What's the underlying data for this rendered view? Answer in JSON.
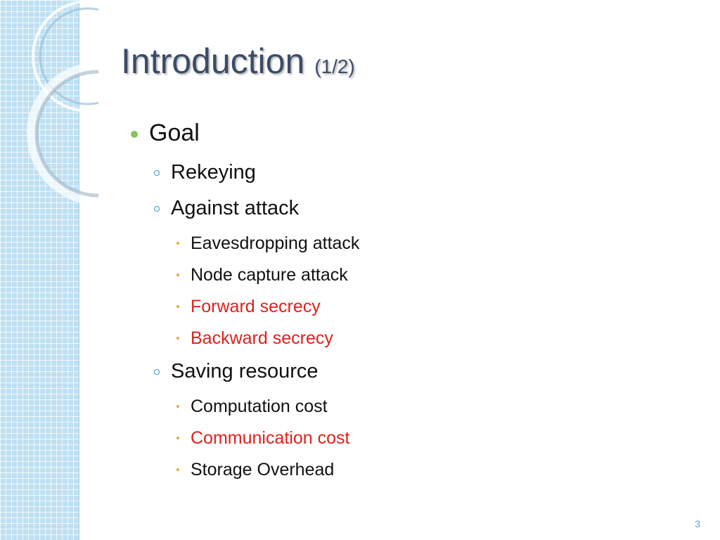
{
  "slide": {
    "title": "Introduction",
    "title_suffix": "(1/2)",
    "page_number": "3",
    "bullets": [
      {
        "level": 1,
        "text": "Goal",
        "color": "#111111"
      },
      {
        "level": 2,
        "text": "Rekeying",
        "color": "#111111"
      },
      {
        "level": 2,
        "text": "Against attack",
        "color": "#111111"
      },
      {
        "level": 3,
        "text": "Eavesdropping attack",
        "color": "#111111"
      },
      {
        "level": 3,
        "text": "Node capture attack",
        "color": "#111111"
      },
      {
        "level": 3,
        "text": "Forward secrecy",
        "color": "#e0201c"
      },
      {
        "level": 3,
        "text": "Backward secrecy",
        "color": "#e0201c"
      },
      {
        "level": 2,
        "text": "Saving resource",
        "color": "#111111"
      },
      {
        "level": 3,
        "text": "Computation cost",
        "color": "#111111"
      },
      {
        "level": 3,
        "text": "Communication cost",
        "color": "#e0201c"
      },
      {
        "level": 3,
        "text": "Storage Overhead",
        "color": "#111111"
      }
    ]
  },
  "theme": {
    "title_color": "#3b4c68",
    "accent_blue": "#bfe0f2",
    "bullet_green": "#86c35a",
    "highlight_red": "#e0201c"
  }
}
